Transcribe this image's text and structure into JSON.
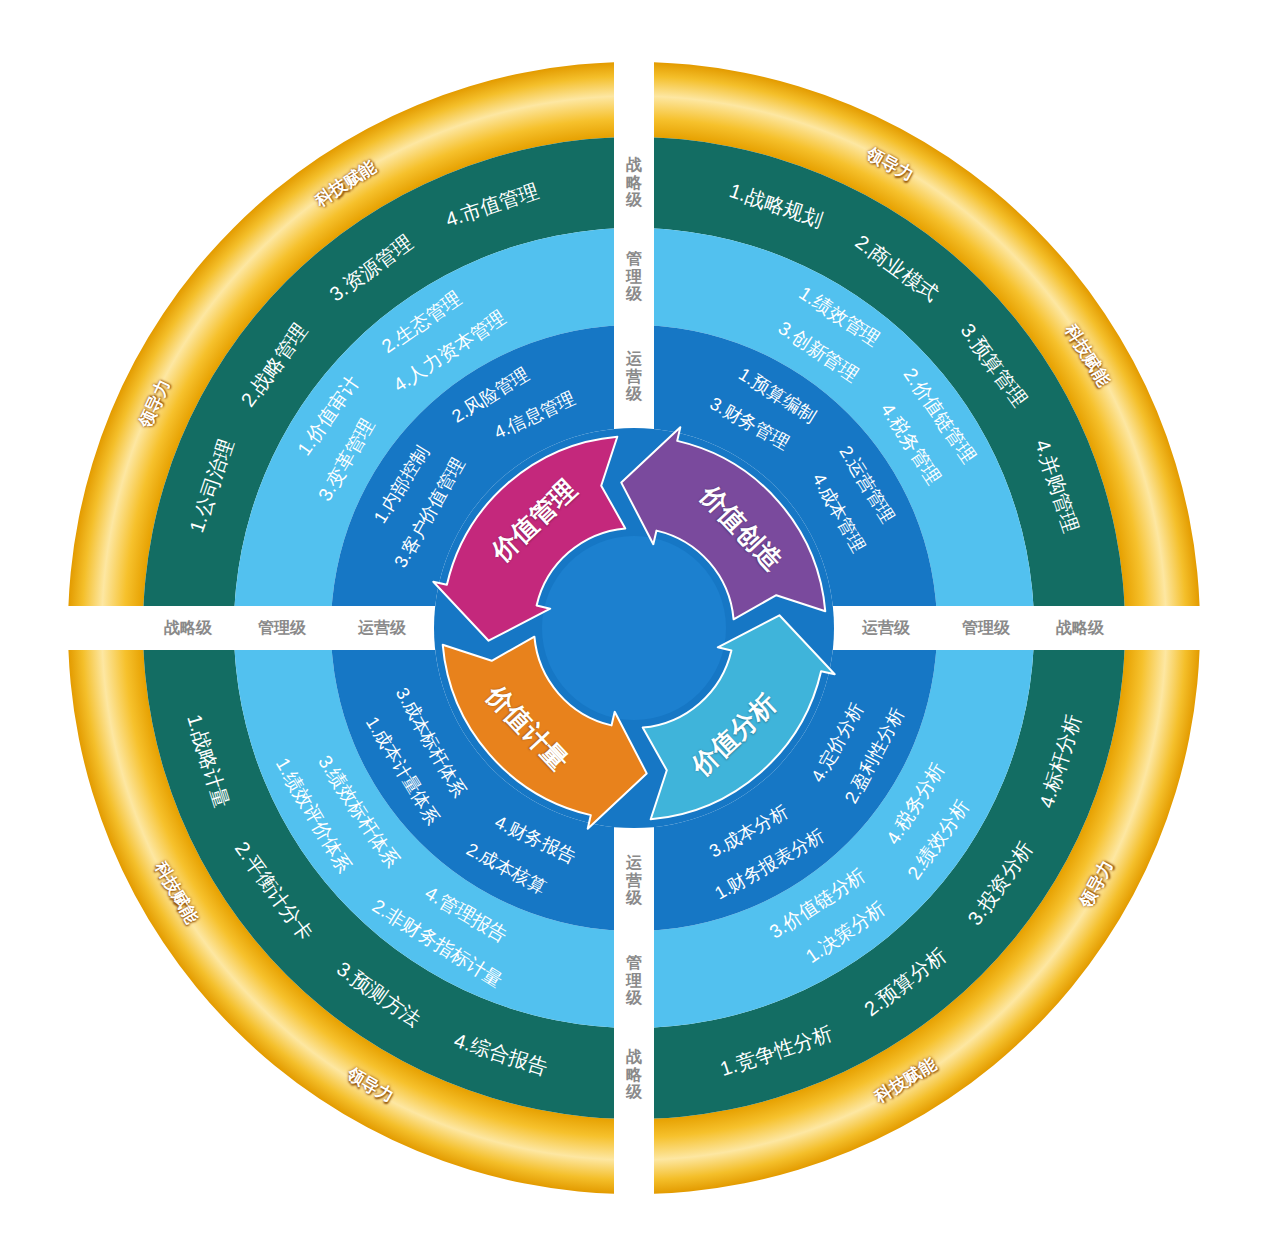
{
  "diagram": {
    "nodes": [
      {
        "text": [
          "科技赋能",
          "领导力"
        ]
      },
      {
        "text": [
          "1.公司治理",
          "2.战略管理",
          "3.资源管理",
          "4.市值管理"
        ]
      },
      {
        "text": [
          "1.价值审计",
          "2.生态管理",
          "3.变革管理",
          "4.人力资本管理"
        ]
      },
      {
        "text": [
          "1.内部控制",
          "2.风险管理",
          "3.客户价值管理",
          "4.信息管理"
        ]
      },
      {
        "text": [
          "领导力",
          "科技赋能"
        ]
      },
      {
        "text": [
          "1.战略规划",
          "2.商业模式",
          "3.预算管理",
          "4.并购管理"
        ]
      },
      {
        "text": [
          "1.绩效管理",
          "2.价值链管理",
          "3.创新管理",
          "4.税务管理"
        ]
      },
      {
        "text": [
          "1.预算编制",
          "2.运营管理",
          "3.财务管理",
          "4.成本管理"
        ]
      },
      {
        "text": [
          "科技赋能",
          "领导力"
        ]
      },
      {
        "text": [
          "1.战略计量",
          "2.平衡计分卡",
          "3.预测方法",
          "4.综合报告"
        ]
      },
      {
        "text": [
          "1.绩效评价体系",
          "2.非财务指标计量",
          "3.绩效标杆体系",
          "4.管理报告"
        ]
      },
      {
        "text": [
          "1.成本计量体系",
          "2.成本核算",
          "3.成本标杆体系",
          "4.财务报告"
        ]
      },
      {
        "text": [
          "领导力",
          "科技赋能"
        ]
      },
      {
        "text": [
          "1.竞争性分析",
          "2.预算分析",
          "3.投资分析",
          "4.标杆分析"
        ]
      },
      {
        "text": [
          "1.决策分析",
          "2.绩效分析",
          "3.价值链分析",
          "4.税务分析"
        ]
      },
      {
        "text": [
          "1.财务报表分析",
          "2.盈利性分析",
          "3.成本分析",
          "4.定价分析"
        ]
      },
      {
        "text": [
          "价值管理"
        ]
      },
      {
        "text": [
          "价值创造"
        ]
      },
      {
        "text": [
          "价值计量"
        ]
      },
      {
        "text": [
          "价值分析"
        ]
      }
    ],
    "labels": [
      "战略级",
      "管理级",
      "运营级",
      "战略级",
      "管理级",
      "运营级",
      "运营级",
      "管理级",
      "战略级",
      "运营级",
      "管理级",
      "战略级"
    ]
  }
}
